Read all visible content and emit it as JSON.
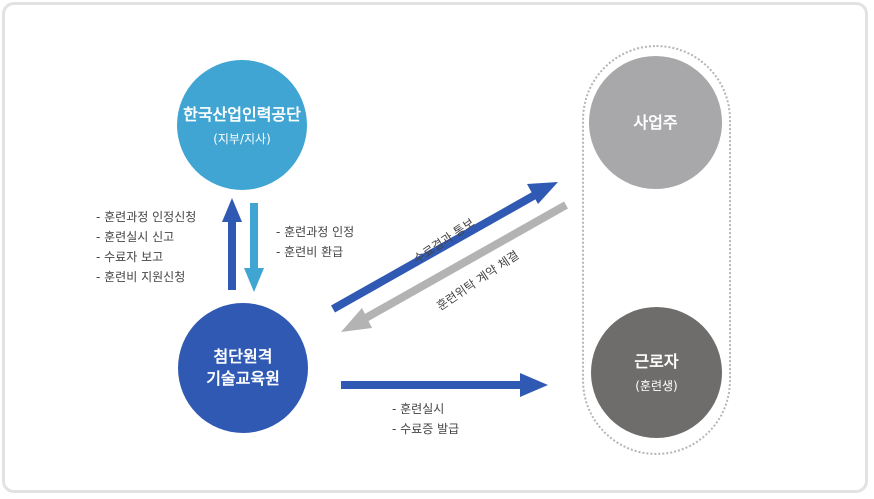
{
  "nodes": {
    "hrd": {
      "title": "한국산업인력공단",
      "subtitle": "(지부/지사)"
    },
    "edu": {
      "title_line1": "첨단원격",
      "title_line2": "기술교육원"
    },
    "employer": {
      "title": "사업주"
    },
    "worker": {
      "title": "근로자",
      "subtitle": "(훈련생)"
    }
  },
  "edu_to_hrd": [
    "- 훈련과정 인정신청",
    "- 훈련실시 신고",
    "- 수료자 보고",
    "- 훈련비 지원신청"
  ],
  "hrd_to_edu": [
    "- 훈련과정 인정",
    "- 훈련비 환급"
  ],
  "edu_to_employer": "수료결과 통보",
  "employer_to_edu": "훈련위탁 계약 체결",
  "edu_to_worker": [
    "- 훈련실시",
    "- 수료증 발급"
  ],
  "colors": {
    "hrd": "#40a5d2",
    "edu": "#2f59b3",
    "employer": "#a8a8aa",
    "worker": "#6f6d6b",
    "arrow_blue": "#2f59b3",
    "arrow_light_blue": "#40a5d2",
    "arrow_gray": "#b3b3b3"
  }
}
